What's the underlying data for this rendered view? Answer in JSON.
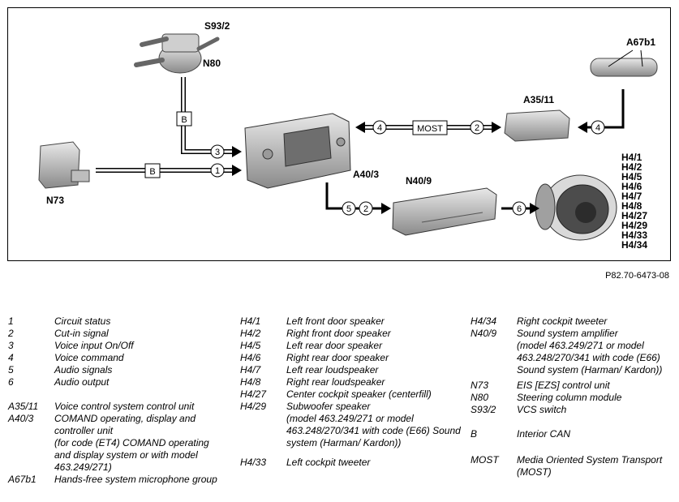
{
  "diagram": {
    "components": {
      "s93_2": "S93/2",
      "n80": "N80",
      "a67b1": "A67b1",
      "a35_11": "A35/11",
      "n73": "N73",
      "a40_3": "A40/3",
      "n40_9": "N40/9"
    },
    "speaker_labels": [
      "H4/1",
      "H4/2",
      "H4/5",
      "H4/6",
      "H4/7",
      "H4/8",
      "H4/27",
      "H4/29",
      "H4/33",
      "H4/34"
    ],
    "bus_labels": {
      "b_top": "B",
      "b_left": "B",
      "most": "MOST"
    },
    "signal_numbers": {
      "s1": "1",
      "s2": "2",
      "s3": "3",
      "s4a": "4",
      "s4b": "4",
      "s5": "5",
      "s2b": "2",
      "s6": "6"
    }
  },
  "reference": "P82.70-6473-08",
  "legend": {
    "col1": [
      {
        "key": "1",
        "text": "Circuit status"
      },
      {
        "key": "2",
        "text": "Cut-in signal"
      },
      {
        "key": "3",
        "text": "Voice input On/Off"
      },
      {
        "key": "4",
        "text": "Voice command"
      },
      {
        "key": "5",
        "text": "Audio signals"
      },
      {
        "key": "6",
        "text": "Audio output"
      },
      {
        "key": "A35/11",
        "text": "Voice control system control unit"
      },
      {
        "key": "A40/3",
        "text": "COMAND operating, display and controller unit\n(for code (ET4) COMAND operating and display system or with model 463.249/271)"
      },
      {
        "key": "A67b1",
        "text": "Hands-free system microphone group"
      }
    ],
    "col2": [
      {
        "key": "H4/1",
        "text": "Left front door speaker"
      },
      {
        "key": "H4/2",
        "text": "Right front door speaker"
      },
      {
        "key": "H4/5",
        "text": "Left rear door speaker"
      },
      {
        "key": "H4/6",
        "text": "Right rear door speaker"
      },
      {
        "key": "H4/7",
        "text": "Left rear loudspeaker"
      },
      {
        "key": "H4/8",
        "text": "Right rear loudspeaker"
      },
      {
        "key": "H4/27",
        "text": "Center cockpit speaker (centerfill)"
      },
      {
        "key": "H4/29",
        "text": "Subwoofer speaker\n(model 463.249/271 or model 463.248/270/341 with code (E66) Sound system (Harman/ Kardon))"
      },
      {
        "key": "H4/33",
        "text": "Left cockpit tweeter"
      }
    ],
    "col3": [
      {
        "key": "H4/34",
        "text": "Right cockpit tweeter"
      },
      {
        "key": "N40/9",
        "text": "Sound system amplifier\n(model 463.249/271 or model 463.248/270/341 with code (E66) Sound system (Harman/ Kardon))"
      },
      {
        "key": "N73",
        "text": "EIS [EZS] control unit"
      },
      {
        "key": "N80",
        "text": "Steering column module"
      },
      {
        "key": "S93/2",
        "text": "VCS switch"
      },
      {
        "key": "B",
        "text": "Interior CAN"
      },
      {
        "key": "MOST",
        "text": "Media Oriented System Transport (MOST)"
      }
    ]
  }
}
